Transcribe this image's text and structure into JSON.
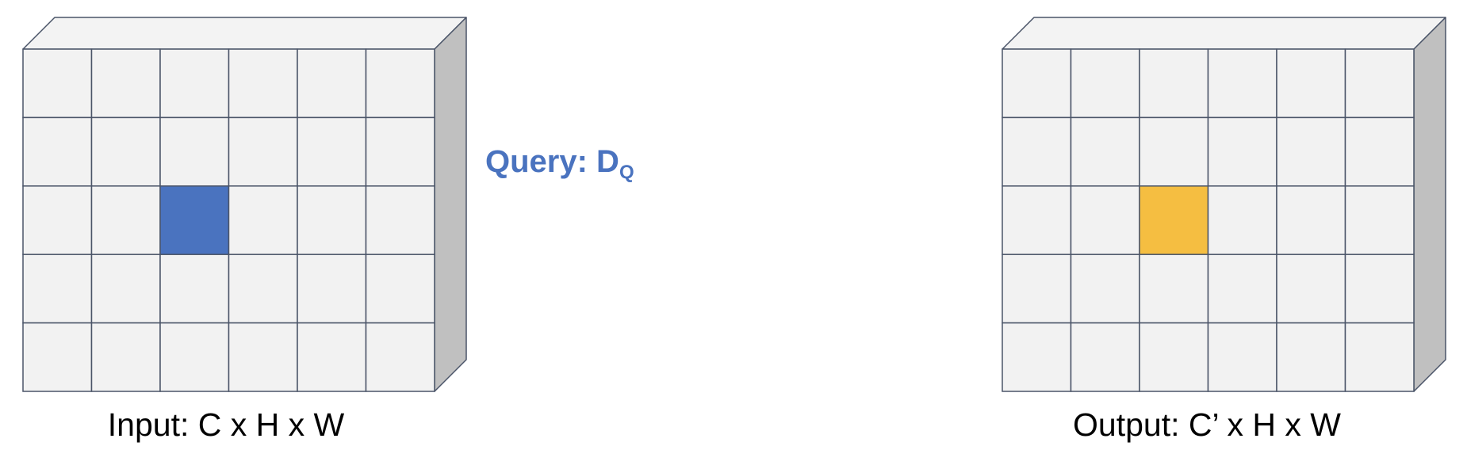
{
  "colors": {
    "background": "#ffffff",
    "cell_fill": "#f2f2f2",
    "side_fill": "#c0c0c0",
    "top_fill": "#f3f3f3",
    "stroke": "#4a5468",
    "query_highlight": "#4a73bf",
    "output_highlight": "#f5be41",
    "query_text": "#4a73bf"
  },
  "grid": {
    "rows": 5,
    "cols": 6
  },
  "input_block": {
    "caption": "Input: C x H x W",
    "highlight_row": 2,
    "highlight_col": 2,
    "highlight_color": "#4a73bf"
  },
  "output_block": {
    "caption": "Output: C’ x H x W",
    "highlight_row": 2,
    "highlight_col": 2,
    "highlight_color": "#f5be41"
  },
  "query": {
    "label": "Query: D",
    "subscript": "Q"
  }
}
